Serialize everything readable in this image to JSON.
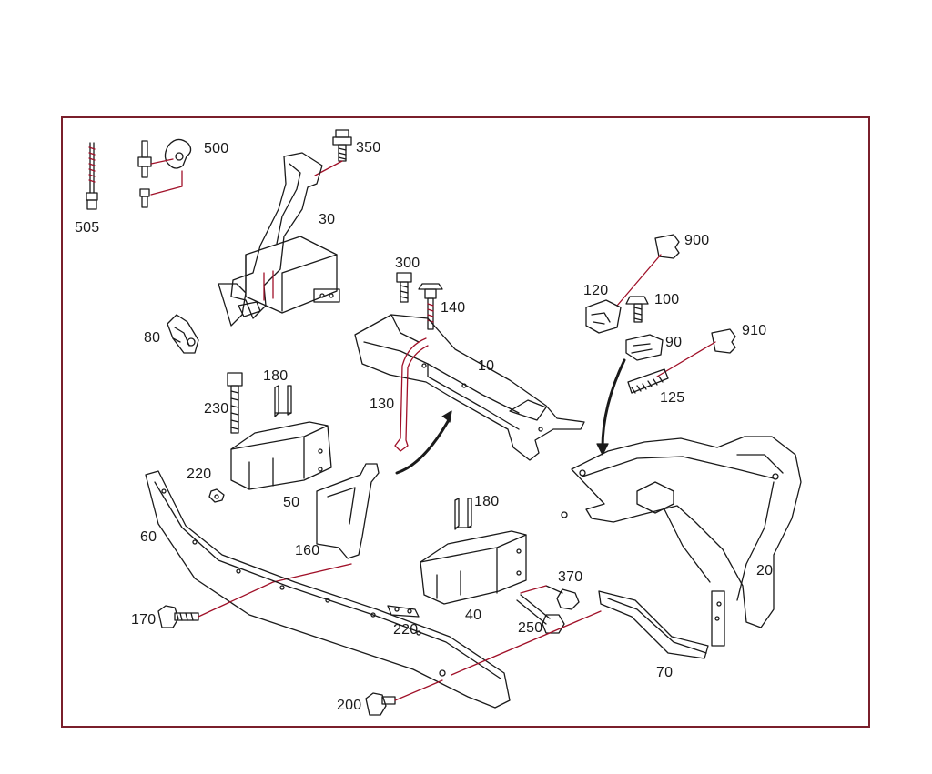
{
  "diagram": {
    "colors": {
      "frame": "#7a1f2b",
      "line": "#1a1a1a",
      "accent": "#a01028"
    },
    "labels": {
      "p505": "505",
      "p500": "500",
      "p350": "350",
      "p30": "30",
      "p300": "300",
      "p140": "140",
      "p10": "10",
      "p130": "130",
      "p900": "900",
      "p120": "120",
      "p100": "100",
      "p90": "90",
      "p910": "910",
      "p125": "125",
      "p80": "80",
      "p180a": "180",
      "p230": "230",
      "p220a": "220",
      "p50": "50",
      "p60": "60",
      "p160": "160",
      "p180b": "180",
      "p370": "370",
      "p40": "40",
      "p220b": "220",
      "p250": "250",
      "p170": "170",
      "p20": "20",
      "p70": "70",
      "p200": "200"
    }
  }
}
